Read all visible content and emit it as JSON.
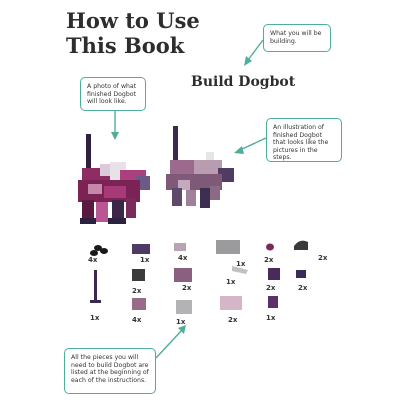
{
  "header": {
    "title_line1": "How to Use",
    "title_line2": "This Book",
    "build_title": "Build Dogbot"
  },
  "callouts": {
    "building": "What you will be building.",
    "photo": "A photo of what finished Dogbot will look like.",
    "illustration": "An illustration of finished Dogbot that looks like the pictures in the steps.",
    "pieces": "All the pieces you will need to build Dogbot are listed at the beginning of each of the instructions."
  },
  "parts": {
    "q1": "4x",
    "q2": "1x",
    "q3": "4x",
    "q4": "1x",
    "q5": "2x",
    "q6": "2x",
    "q7": "2x",
    "q8": "2x",
    "q9": "1x",
    "q10": "2x",
    "q11": "2x",
    "q12": "1x",
    "q13": "4x",
    "q14": "1x",
    "q15": "2x",
    "q16": "1x"
  },
  "colors": {
    "accent": "#4fae9a",
    "dark_purple": "#3a2b4e",
    "magenta": "#8e2a5e",
    "pink": "#c9a3b8",
    "grey": "#a9a9ab"
  }
}
